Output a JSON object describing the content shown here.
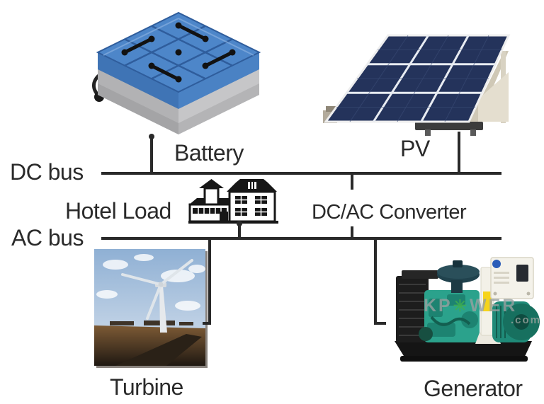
{
  "diagram": {
    "buses": [
      {
        "id": "dc-bus",
        "label": "DC bus"
      },
      {
        "id": "ac-bus",
        "label": "AC bus"
      }
    ],
    "components": [
      {
        "id": "battery",
        "label": "Battery",
        "connects_to": "DC bus"
      },
      {
        "id": "pv",
        "label": "PV",
        "connects_to": "DC bus"
      },
      {
        "id": "hotel-load",
        "label": "Hotel Load",
        "connects_to": "AC bus"
      },
      {
        "id": "dc-ac-converter",
        "label": "DC/AC Converter",
        "connects_to": "DC bus and AC bus"
      },
      {
        "id": "turbine",
        "label": "Turbine",
        "connects_to": "AC bus"
      },
      {
        "id": "generator",
        "label": "Generator",
        "connects_to": "AC bus"
      }
    ],
    "watermark": {
      "prefix": "KP",
      "star": "✳",
      "suffix": "WER",
      "domain": ".com"
    }
  },
  "colors": {
    "line": "#2a2a2a",
    "text": "#2a2a2a",
    "battery_blue": "#4d86c9",
    "battery_body_gray": "#bdbdbf",
    "pv_panel_navy": "#24335b",
    "generator_teal": "#2ba28c",
    "sky_blue": "#9cb8d6",
    "ground_brown": "#5f4226",
    "watermark_gray": "#98a1a1",
    "watermark_green": "#41b04c"
  }
}
